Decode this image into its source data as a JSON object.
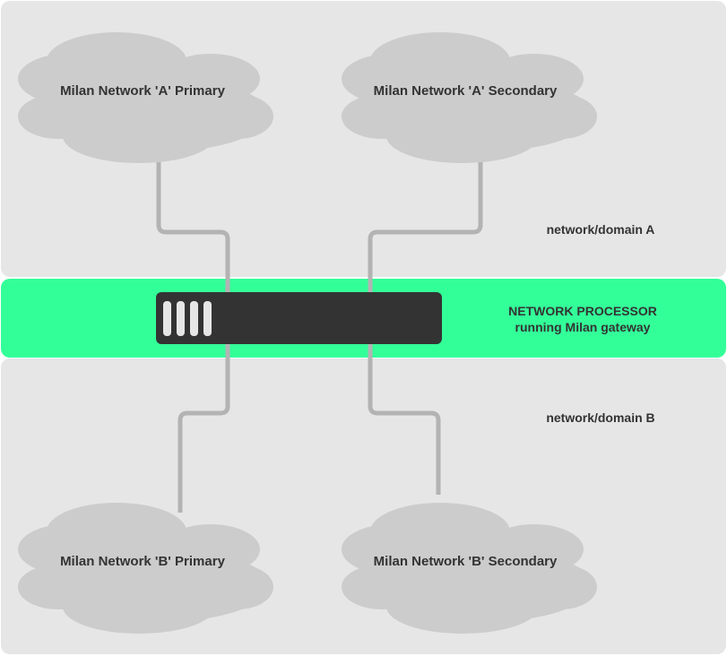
{
  "colors": {
    "domain_background": "#e6e6e6",
    "processor_band": "#33ff99",
    "cloud": "#cccccc",
    "connector": "#b3b3b3",
    "device_body": "#333333",
    "device_ports": "#e6e6e6",
    "text": "#333333"
  },
  "domains": {
    "a_label": "network/domain A",
    "b_label": "network/domain B"
  },
  "processor": {
    "line1": "NETWORK PROCESSOR",
    "line2": "running Milan gateway"
  },
  "networks": {
    "a_primary": "Milan Network 'A' Primary",
    "a_secondary": "Milan Network 'A' Secondary",
    "b_primary": "Milan Network 'B' Primary",
    "b_secondary": "Milan Network 'B' Secondary"
  },
  "icons": {
    "cloud": "cloud-icon",
    "device": "network-device-icon"
  }
}
